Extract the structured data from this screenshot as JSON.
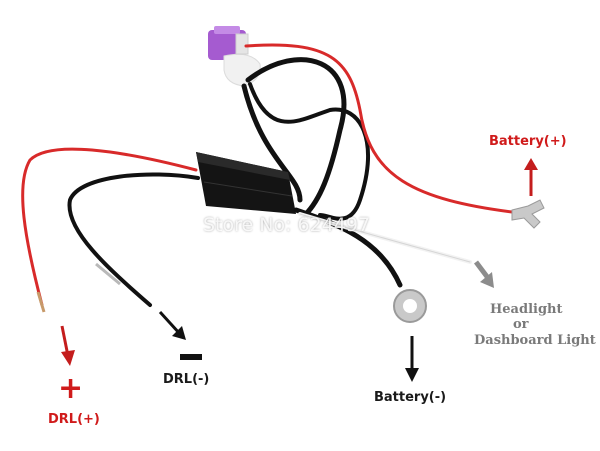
{
  "labels": {
    "battery_pos": "Battery(+)",
    "drl_pos": "DRL(+)",
    "drl_neg": "DRL(-)",
    "battery_neg": "Battery(-)",
    "headlight_line1": "Headlight",
    "headlight_line2": "or",
    "headlight_line3": "Dashboard Light",
    "plus_symbol": "+"
  },
  "watermark": "Store No: 624497",
  "colors": {
    "label_red": "#d01b1b",
    "label_dark": "#1a1a1a",
    "label_grey": "#7a7a7a",
    "fuse_purple": "#a55bd0",
    "wire_red": "#d82a2a",
    "wire_black": "#111111",
    "wire_white": "#f2f2f2"
  }
}
